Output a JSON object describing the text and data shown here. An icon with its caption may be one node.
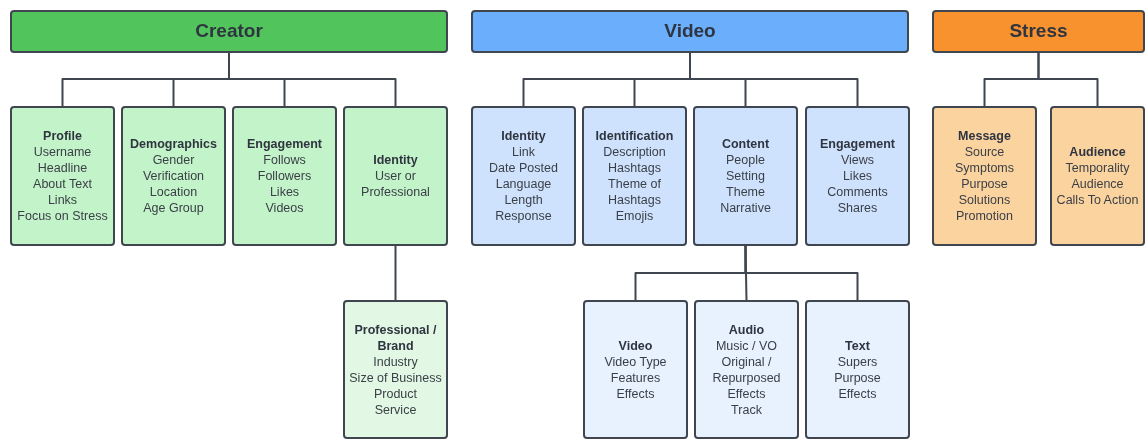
{
  "diagram": {
    "nodes": [
      {
        "text": [
          "Creator"
        ]
      },
      {
        "text": [
          "Video"
        ]
      },
      {
        "text": [
          "Stress"
        ]
      },
      {
        "text": [
          "Profile",
          "Username",
          "Headline",
          "About Text",
          "Links",
          "Focus on Stress"
        ]
      },
      {
        "text": [
          "Demographics",
          "Gender",
          "Verification",
          "Location",
          "Age Group"
        ]
      },
      {
        "text": [
          "Engagement",
          "Follows",
          "Followers",
          "Likes",
          "Videos"
        ]
      },
      {
        "text": [
          "Identity",
          "User or Professional"
        ]
      },
      {
        "text": [
          "Professional / Brand",
          "Industry",
          "Size of Business",
          "Product",
          "Service"
        ]
      },
      {
        "text": [
          "Identity",
          "Link",
          "Date Posted",
          "Language",
          "Length",
          "Response"
        ]
      },
      {
        "text": [
          "Identification",
          "Description",
          "Hashtags",
          "Theme of Hashtags",
          "Emojis"
        ]
      },
      {
        "text": [
          "Content",
          "People",
          "Setting",
          "Theme",
          "Narrative"
        ]
      },
      {
        "text": [
          "Engagement",
          "Views",
          "Likes",
          "Comments",
          "Shares"
        ]
      },
      {
        "text": [
          "Video",
          "Video Type",
          "Features",
          "Effects"
        ]
      },
      {
        "text": [
          "Audio",
          "Music / VO",
          "Original / Repurposed",
          "Effects",
          "Track"
        ]
      },
      {
        "text": [
          "Text",
          "Supers",
          "Purpose",
          "Effects"
        ]
      },
      {
        "text": [
          "Message",
          "Source",
          "Symptoms",
          "Purpose",
          "Solutions",
          "Promotion"
        ]
      },
      {
        "text": [
          "Audience",
          "Temporality",
          "Audience",
          "Calls To Action"
        ]
      }
    ],
    "edges": [
      {
        "from": 0,
        "to": 3,
        "arrow": "none"
      },
      {
        "from": 0,
        "to": 4,
        "arrow": "none"
      },
      {
        "from": 0,
        "to": 5,
        "arrow": "none"
      },
      {
        "from": 0,
        "to": 6,
        "arrow": "none"
      },
      {
        "from": 6,
        "to": 7,
        "arrow": "none"
      },
      {
        "from": 1,
        "to": 8,
        "arrow": "none"
      },
      {
        "from": 1,
        "to": 9,
        "arrow": "none"
      },
      {
        "from": 1,
        "to": 10,
        "arrow": "none"
      },
      {
        "from": 1,
        "to": 11,
        "arrow": "none"
      },
      {
        "from": 10,
        "to": 12,
        "arrow": "none"
      },
      {
        "from": 10,
        "to": 13,
        "arrow": "none"
      },
      {
        "from": 10,
        "to": 14,
        "arrow": "none"
      },
      {
        "from": 2,
        "to": 15,
        "arrow": "none"
      },
      {
        "from": 2,
        "to": 16,
        "arrow": "none"
      }
    ]
  }
}
